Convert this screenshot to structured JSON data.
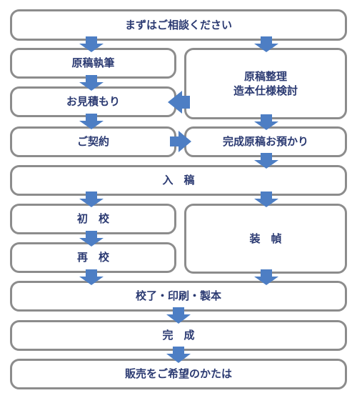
{
  "colors": {
    "arrow": "#4d7ec4",
    "text": "#2b3a72",
    "border": "#8c8c8c"
  },
  "steps": {
    "consult": "まずはご相談ください",
    "manuscript_writing": "原稿執筆",
    "manuscript_arrangement": "原稿整理\n造本仕様検討",
    "estimate": "お見積もり",
    "contract": "ご契約",
    "manuscript_received": "完成原稿お預かり",
    "typesetting": "入　稿",
    "first_proof": "初　校",
    "binding_design": "装　幀",
    "second_proof": "再　校",
    "final_proof_printing": "校了・印刷・製本",
    "complete": "完　成",
    "sales": "販売をご希望のかたは"
  }
}
